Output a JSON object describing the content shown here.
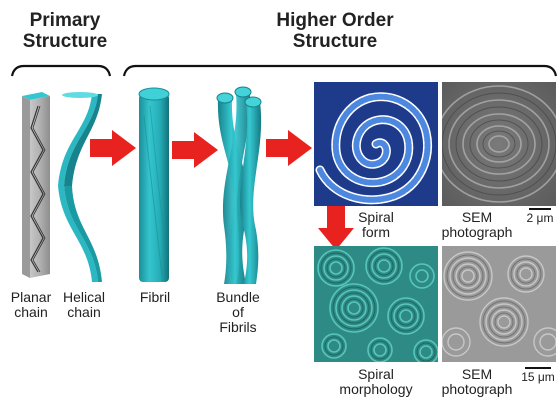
{
  "headings": {
    "primary_line1": "Primary",
    "primary_line2": "Structure",
    "higher_line1": "Higher Order",
    "higher_line2": "Structure"
  },
  "captions": {
    "planar_line1": "Planar",
    "planar_line2": "chain",
    "helical_line1": "Helical",
    "helical_line2": "chain",
    "fibril": "Fibril",
    "bundle_line1": "Bundle",
    "bundle_line2": "of",
    "bundle_line3": "Fibrils",
    "spiral_form_line1": "Spiral",
    "spiral_form_line2": "form",
    "sem1_line1": "SEM",
    "sem1_line2": "photograph",
    "spiral_morph_line1": "Spiral",
    "spiral_morph_line2": "morphology",
    "sem2_line1": "SEM",
    "sem2_line2": "photograph"
  },
  "scale_bars": {
    "top": "2 μm",
    "bottom": "15 μm"
  },
  "colors": {
    "teal": "#2bb8c2",
    "teal_dark": "#17838c",
    "arrow_red": "#e8231f",
    "navy": "#1e3a8a",
    "spiral_blue": "#4d88e0"
  }
}
